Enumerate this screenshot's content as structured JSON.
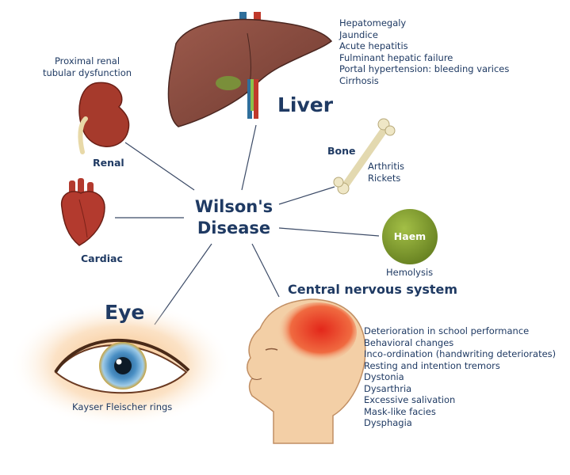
{
  "center": {
    "line1": "Wilson's",
    "line2": "Disease"
  },
  "liver": {
    "label": "Liver",
    "items": [
      "Hepatomegaly",
      "Jaundice",
      "Acute hepatitis",
      "Fulminant hepatic failure",
      "Portal hypertension: bleeding varices",
      "Cirrhosis"
    ]
  },
  "renal": {
    "label": "Renal",
    "note": [
      "Proximal renal",
      "tubular dysfunction"
    ]
  },
  "cardiac": {
    "label": "Cardiac"
  },
  "bone": {
    "label": "Bone",
    "items": [
      "Arthritis",
      "Rickets"
    ]
  },
  "haem": {
    "label": "Haem",
    "note": "Hemolysis"
  },
  "eye": {
    "label": "Eye",
    "note": "Kayser Fleischer rings"
  },
  "cns": {
    "label": "Central nervous system",
    "items": [
      "Deterioration in school performance",
      "Behavioral changes",
      "Inco-ordination (handwriting deteriorates)",
      "Resting and intention tremors",
      "Dystonia",
      "Dysarthria",
      "Excessive salivation",
      "Mask-like facies",
      "Dysphagia"
    ]
  },
  "colors": {
    "text": "#1f3a63",
    "connector": "#3b4a66",
    "organ_red": "#b03a2e",
    "liver_brown": "#8a4a3d",
    "haem_green": "#7f9a2d",
    "brain_red": "#e53b2a",
    "skin": "#f3cfa6",
    "iris": "#4a8fc4"
  }
}
